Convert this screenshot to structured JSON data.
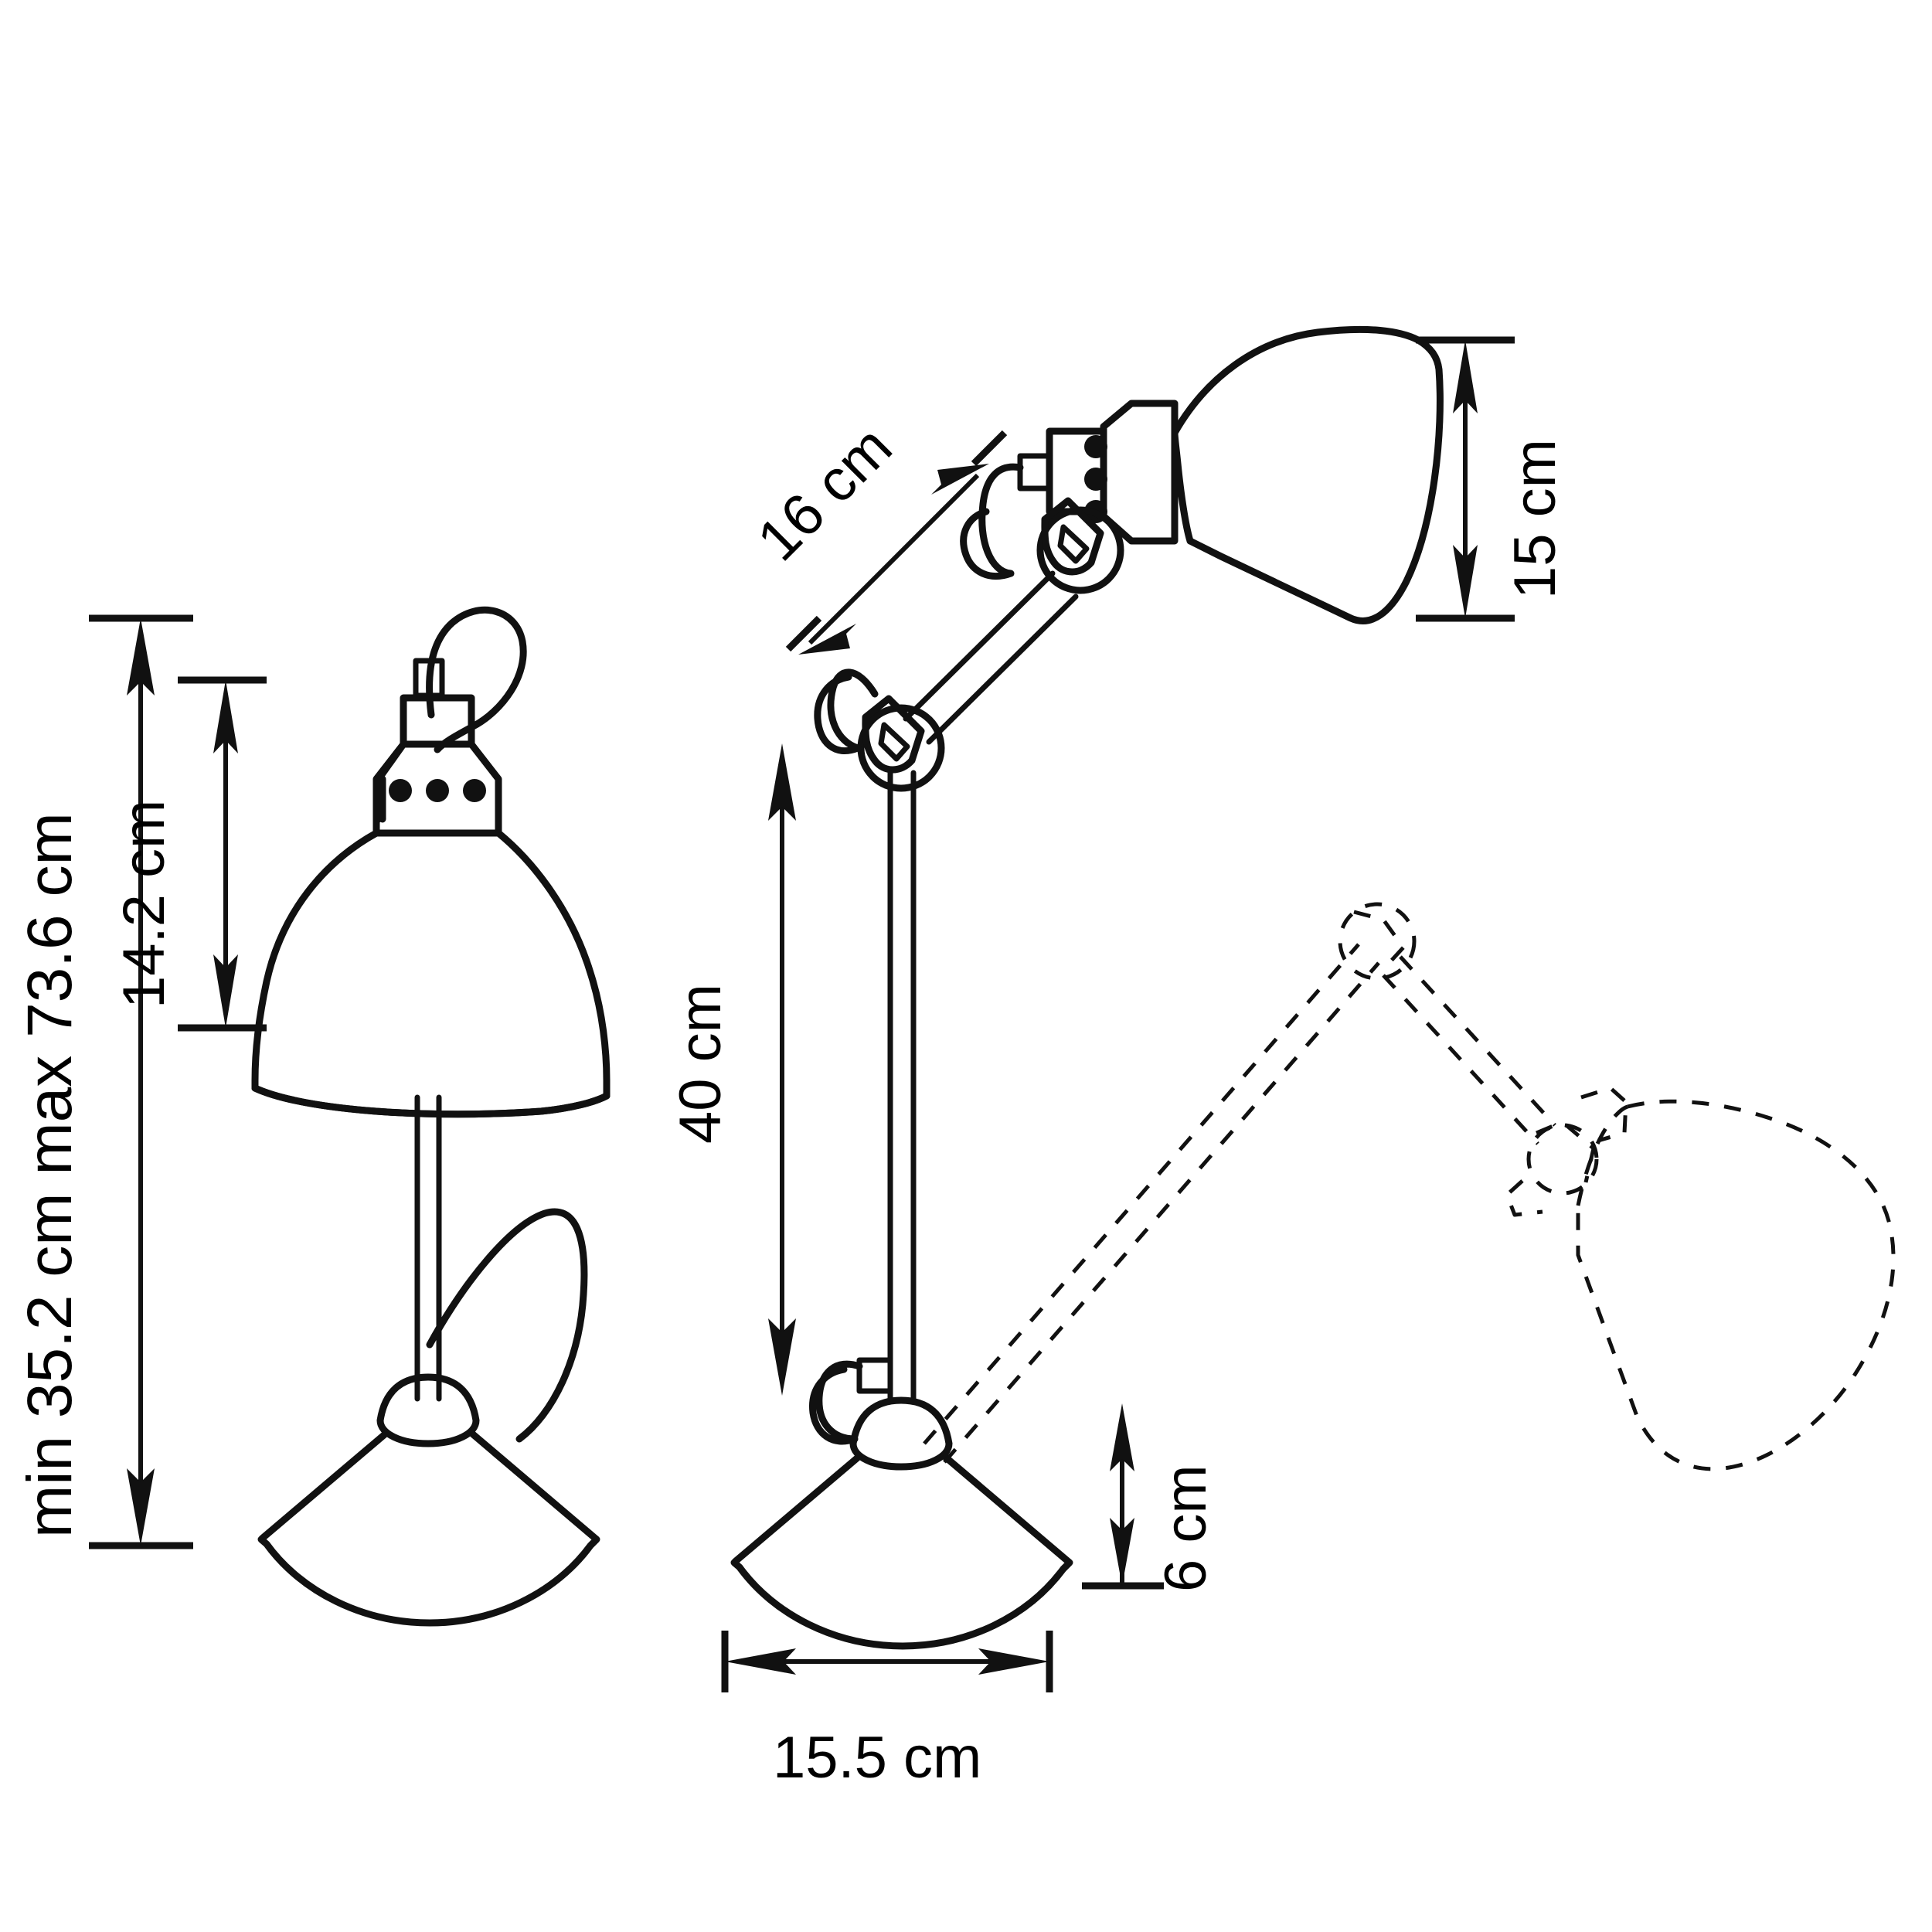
{
  "drawing": {
    "title": "Table lamp dimensional drawing",
    "units": "cm",
    "line_color": "#111111",
    "background": "#ffffff"
  },
  "dimensions": {
    "total_height": {
      "label": "min 35.2 cm max 73.6 cm",
      "min_value": 35.2,
      "max_value": 73.6,
      "unit": "cm",
      "orientation": "vertical",
      "position": "far-left"
    },
    "shade_height": {
      "label": "14.2 cm",
      "value": 14.2,
      "unit": "cm",
      "orientation": "vertical",
      "position": "left-figure"
    },
    "upper_arm": {
      "label": "16 cm",
      "value": 16,
      "unit": "cm",
      "orientation": "diagonal",
      "position": "middle-figure-upper-arm"
    },
    "head_height": {
      "label": "15 cm",
      "value": 15,
      "unit": "cm",
      "orientation": "vertical",
      "position": "middle-figure-right"
    },
    "lower_arm": {
      "label": "40 cm",
      "value": 40,
      "unit": "cm",
      "orientation": "vertical",
      "position": "middle-figure-left"
    },
    "base_height": {
      "label": "6 cm",
      "value": 6,
      "unit": "cm",
      "orientation": "vertical",
      "position": "middle-figure-base-right"
    },
    "base_width": {
      "label": "15.5 cm",
      "value": 15.5,
      "unit": "cm",
      "orientation": "horizontal",
      "position": "below-middle-base"
    }
  },
  "views": [
    {
      "name": "front-view",
      "description": "Lamp shown folded / front elevation with bell shade, socket with three dots, cable loop, straight stem and diamond base"
    },
    {
      "name": "side-view",
      "description": "Lamp shown articulated with two arms, pivot joints, tilted shade and diamond base"
    },
    {
      "name": "ghost-extended-view",
      "description": "Dashed outline showing the lamp arm extended to an alternate reach position"
    }
  ],
  "parts": {
    "shade": "lamp-shade",
    "socket": "socket-collar",
    "dots": "vent-dots",
    "cable": "cable-loop",
    "stem": "stem-rod",
    "base": "diamond-base",
    "hub": "base-hub",
    "joint": "pivot-joint",
    "knob": "lock-knob",
    "arm_upper": "upper-arm",
    "arm_lower": "lower-arm"
  }
}
